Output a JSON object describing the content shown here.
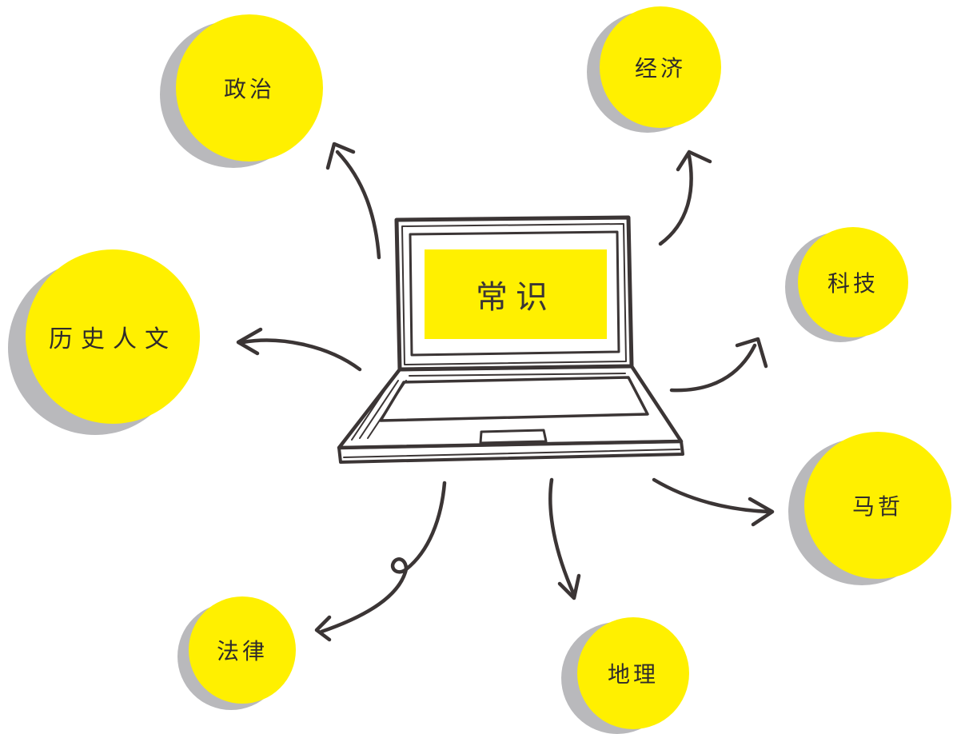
{
  "center": {
    "label": "常识"
  },
  "topics": {
    "politics": "政治",
    "economy": "经济",
    "technology": "科技",
    "history": "历史人文",
    "marxism": "马哲",
    "law": "法律",
    "geography": "地理"
  },
  "colors": {
    "bubble": "#fff000",
    "shadow": "#b9b9bc",
    "ink": "#3b3535"
  }
}
